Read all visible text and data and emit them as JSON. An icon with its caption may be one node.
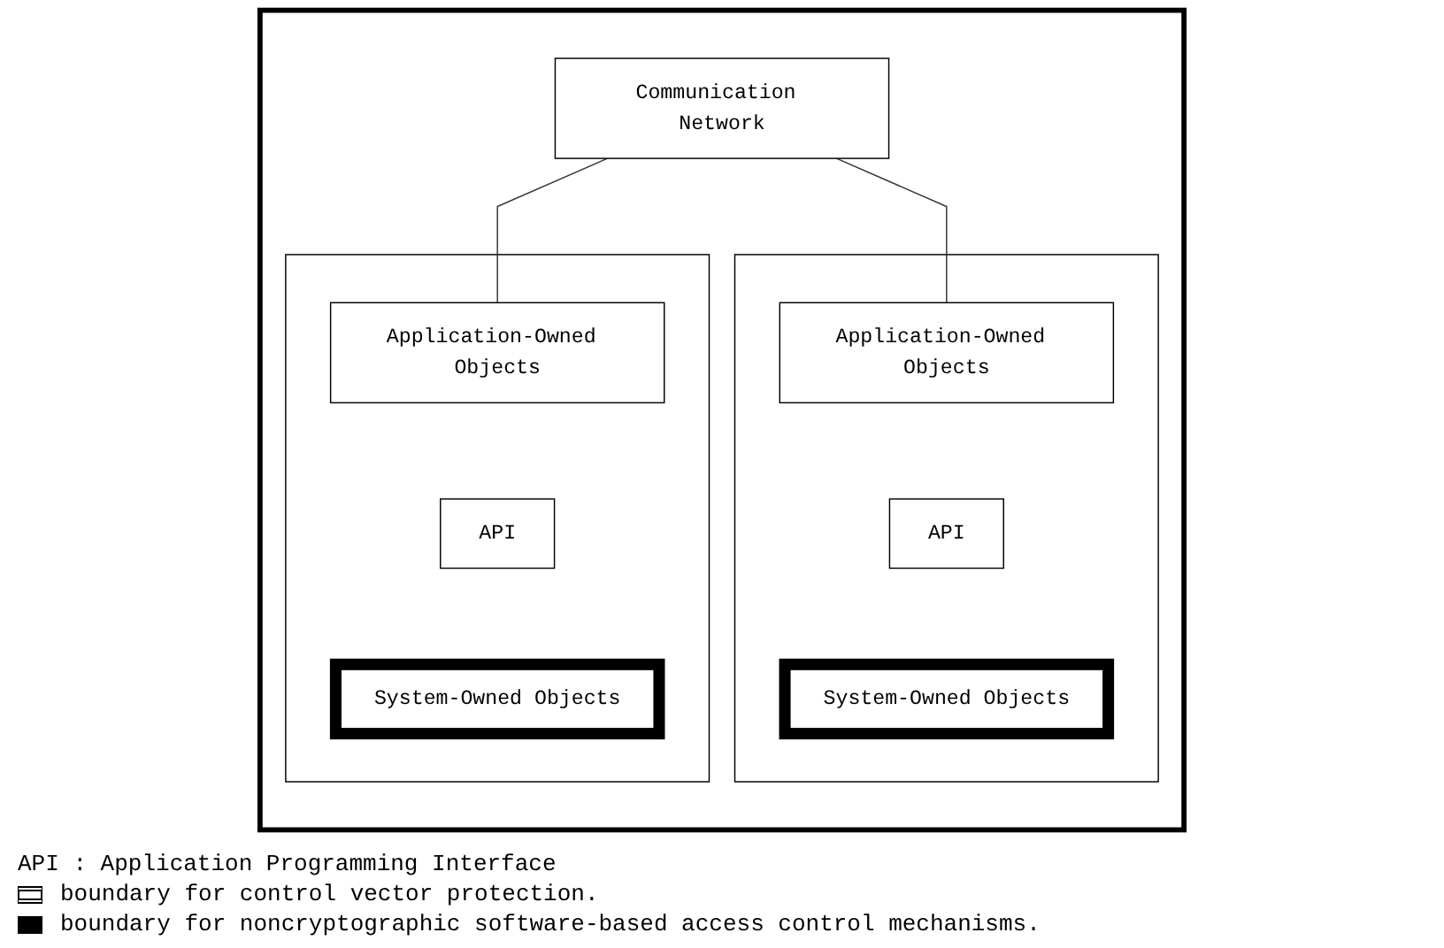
{
  "diagram": {
    "nodes": [
      {
        "text": [],
        "shape": "box"
      },
      {
        "text": [
          "Communication Network"
        ],
        "in": 0
      },
      {
        "text": [],
        "shape": "box",
        "in": 0
      },
      {
        "text": [
          "Application-Owned Objects"
        ],
        "in": 2
      },
      {
        "text": [
          "API"
        ],
        "in": 2
      },
      {
        "text": [
          "System-Owned Objects"
        ],
        "in": 2
      },
      {
        "text": [],
        "shape": "box",
        "in": 0
      },
      {
        "text": [
          "Application-Owned Objects"
        ],
        "in": 6
      },
      {
        "text": [
          "API"
        ],
        "in": 6
      },
      {
        "text": [
          "System-Owned Objects"
        ],
        "in": 6
      }
    ],
    "edges": [
      {
        "from": 1,
        "to": 3,
        "arrow": "none"
      },
      {
        "from": 1,
        "to": 7,
        "arrow": "none"
      }
    ],
    "legend": [
      {
        "text": "API : Application Programming Interface"
      },
      {
        "text": "boundary for control vector protection."
      },
      {
        "text": "boundary for noncryptographic software-based access control mechanisms."
      }
    ]
  }
}
